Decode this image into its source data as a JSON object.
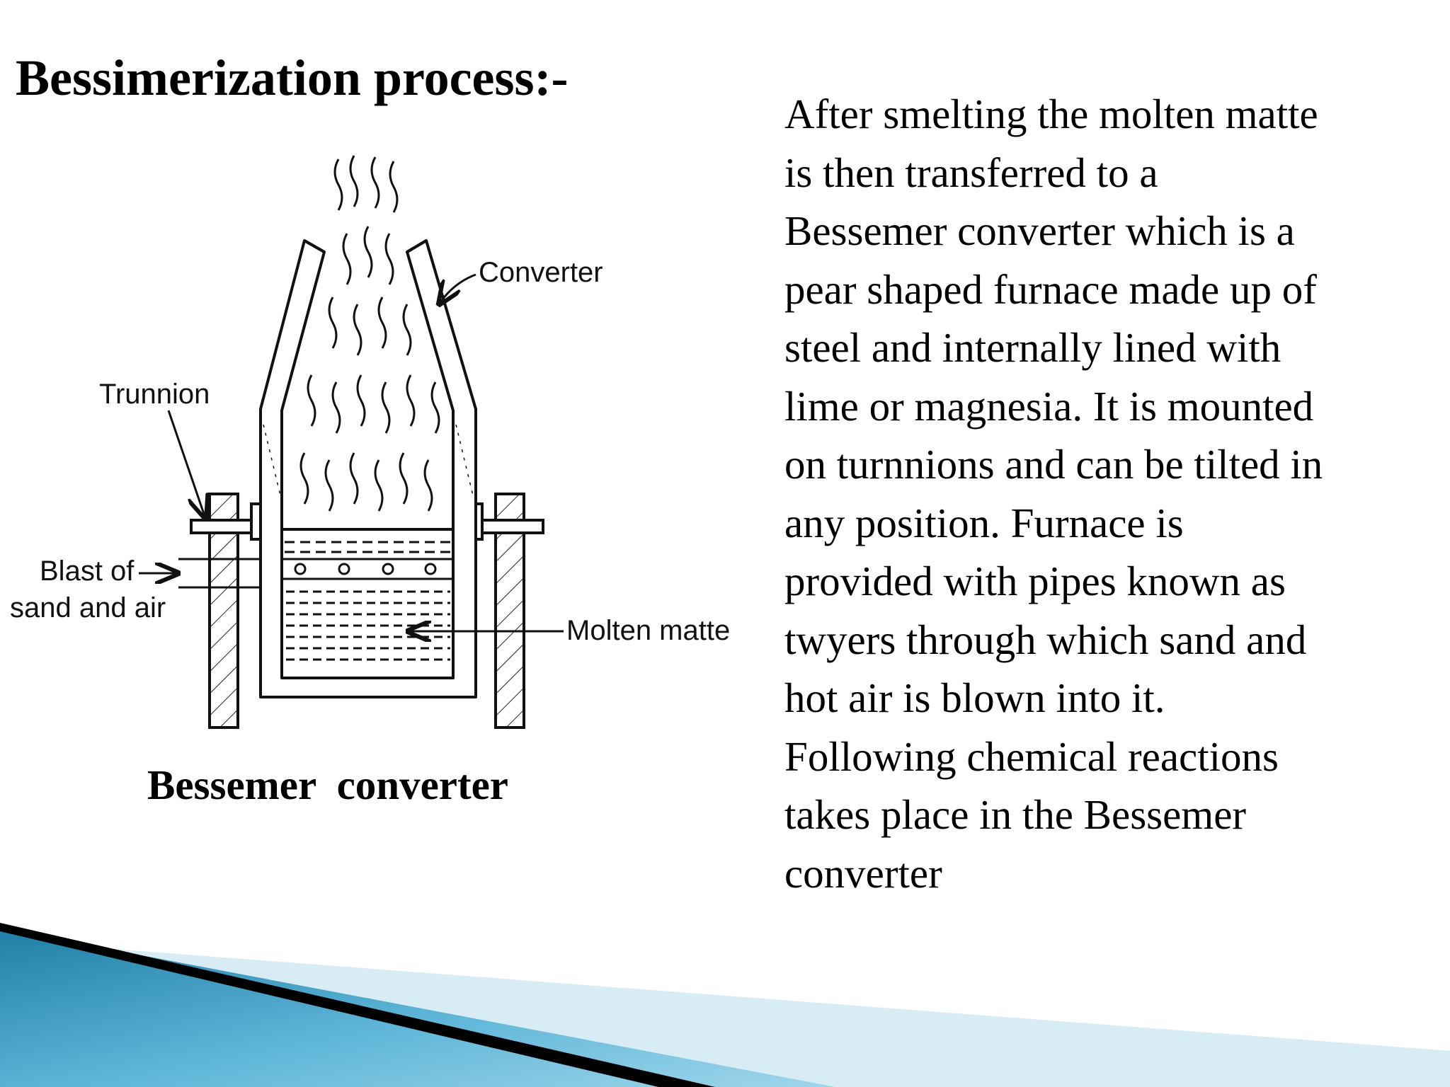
{
  "slide": {
    "title": "Bessimerization process:-",
    "body_lines": [
      "After smelting the molten matte",
      "is then transferred to a",
      "Bessemer converter which is a",
      "pear shaped furnace made up of",
      "steel and internally lined with",
      "lime or magnesia. It is mounted",
      "on turnnions and can be tilted in",
      "any position. Furnace is",
      "provided with pipes known as",
      "twyers through which sand and",
      "hot air is blown into it.",
      "Following chemical reactions",
      "takes place in the Bessemer",
      "converter"
    ]
  },
  "diagram": {
    "caption": "Bessemer  converter",
    "labels": {
      "converter": "Converter",
      "trunnion": "Trunnion",
      "blast_line1": "Blast of",
      "blast_line2": "sand and air",
      "molten_matte": "Molten matte"
    }
  },
  "colors": {
    "decor_blue_dark": "#1f7fa6",
    "decor_blue_light": "#7cc7e3",
    "decor_pale": "#d8ecf5",
    "decor_black": "#000000"
  }
}
